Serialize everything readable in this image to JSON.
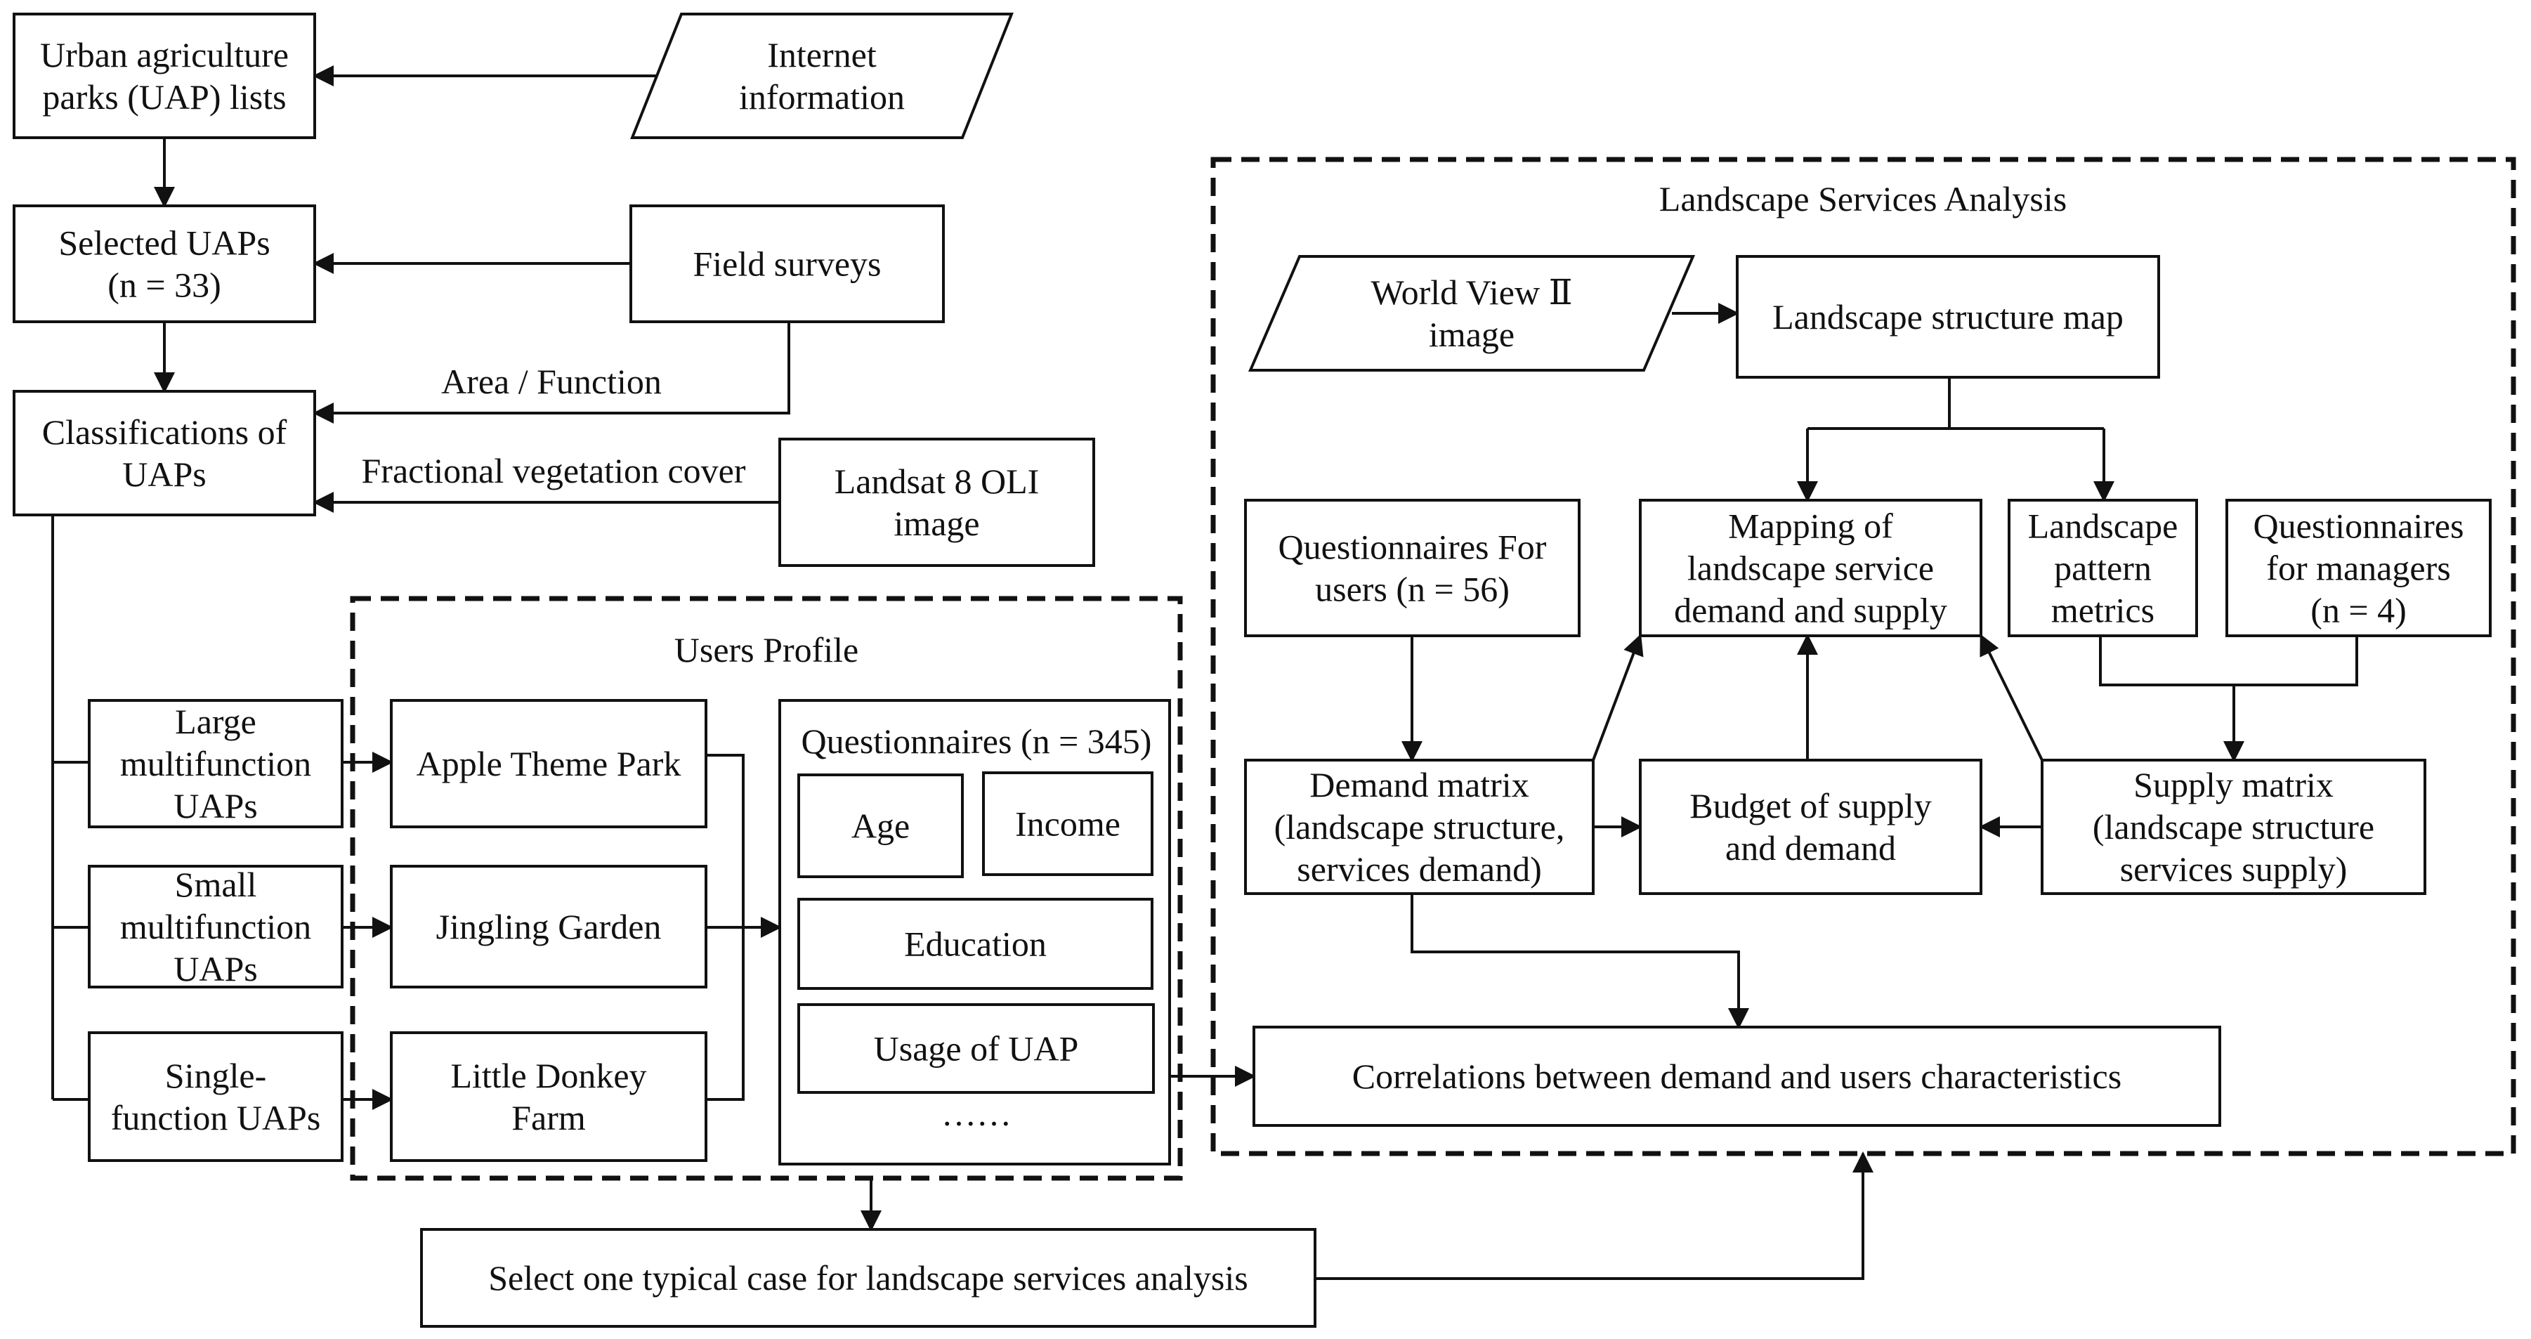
{
  "nodes": {
    "uap_lists": "Urban agriculture\nparks (UAP) lists",
    "internet": "Internet\ninformation",
    "selected_uaps": "Selected UAPs\n(n = 33)",
    "field_surveys": "Field surveys",
    "classifications": "Classifications of\nUAPs",
    "landsat": "Landsat 8 OLI\nimage",
    "large_multi": "Large\nmultifunction\nUAPs",
    "small_multi": "Small\nmultifunction\nUAPs",
    "single_func": "Single-\nfunction UAPs",
    "apple_park": "Apple Theme Park",
    "jingling": "Jingling Garden",
    "donkey": "Little Donkey\nFarm",
    "questionnaires_345": "Questionnaires (n = 345)",
    "age": "Age",
    "income": "Income",
    "education": "Education",
    "usage": "Usage of UAP",
    "ellipsis": "……",
    "select_case": "Select one typical case for landscape services analysis",
    "worldview": "World View Ⅱ\nimage",
    "structure_map": "Landscape structure map",
    "q_users": "Questionnaires For\nusers (n = 56)",
    "mapping": "Mapping of\nlandscape service\ndemand and supply",
    "pattern": "Landscape\npattern\nmetrics",
    "q_managers": "Questionnaires\nfor managers\n(n = 4)",
    "demand_matrix": "Demand matrix\n(landscape structure,\nservices demand)",
    "budget": "Budget of supply\nand demand",
    "supply_matrix": "Supply matrix\n(landscape structure\nservices supply)",
    "correlations": "Correlations between demand and users characteristics"
  },
  "frames": {
    "users_profile": "Users Profile",
    "landscape_analysis": "Landscape Services Analysis"
  },
  "edge_labels": {
    "area_function": "Area / Function",
    "fvc": "Fractional vegetation cover"
  }
}
